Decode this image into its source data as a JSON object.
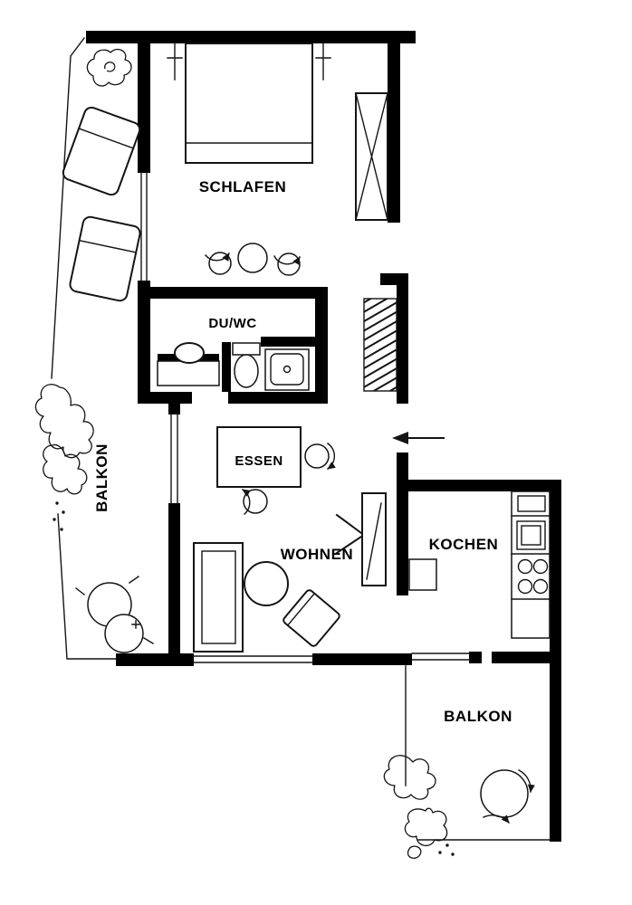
{
  "colors": {
    "wall": "#000000",
    "line": "#141414",
    "background": "#ffffff"
  },
  "rooms": {
    "schlafen": {
      "label": "SCHLAFEN"
    },
    "duwc": {
      "label": "DU/WC"
    },
    "balkon_left": {
      "label": "BALKON"
    },
    "essen": {
      "label": "ESSEN"
    },
    "wohnen": {
      "label": "WOHNEN"
    },
    "kochen": {
      "label": "KOCHEN"
    },
    "balkon_bottom": {
      "label": "BALKON"
    }
  }
}
